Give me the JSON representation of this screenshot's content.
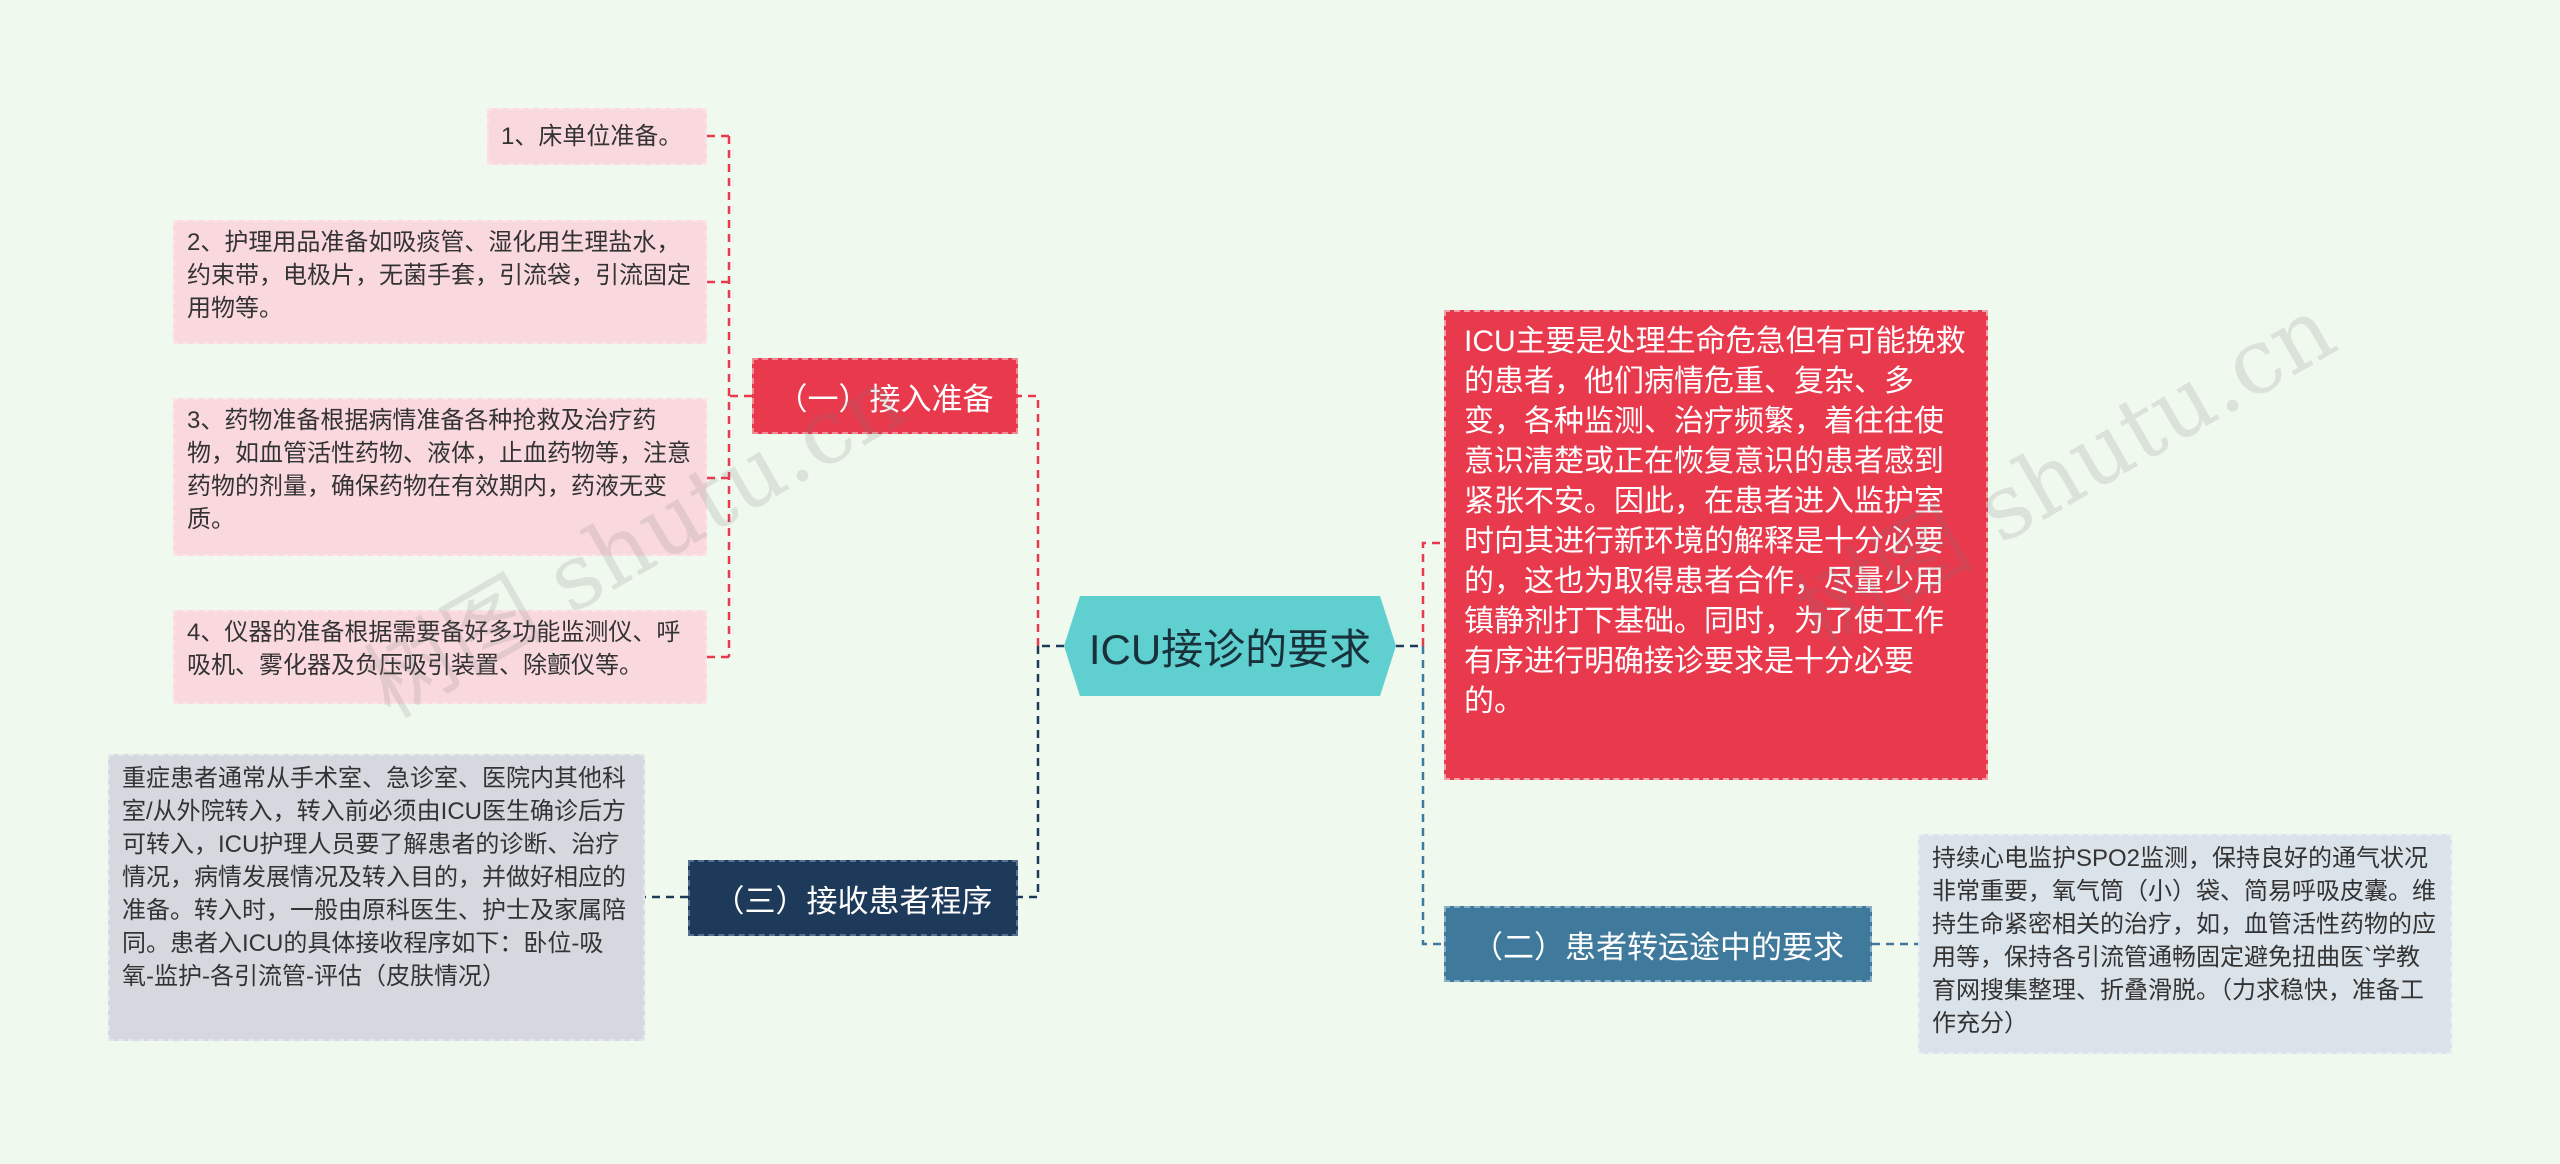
{
  "center": {
    "label": "ICU接诊的要求"
  },
  "branches": {
    "b1": {
      "label": "（一）接入准备"
    },
    "b2": {
      "label": "（二）患者转运途中的要求"
    },
    "b3": {
      "label": "（三）接收患者程序"
    }
  },
  "leaves": {
    "prep1": "1、床单位准备。",
    "prep2": "2、护理用品准备如吸痰管、湿化用生理盐水，约束带，电极片，无菌手套，引流袋，引流固定用物等。",
    "prep3": "3、药物准备根据病情准备各种抢救及治疗药物，如血管活性药物、液体，止血药物等，注意药物的剂量，确保药物在有效期内，药液无变质。",
    "prep4": "4、仪器的准备根据需要备好多功能监测仪、呼吸机、雾化器及负压吸引装置、除颤仪等。",
    "intro": "ICU主要是处理生命危急但有可能挽救的患者，他们病情危重、复杂、多变，各种监测、治疗频繁，着往往使意识清楚或正在恢复意识的患者感到紧张不安。因此，在患者进入监护室时向其进行新环境的解释是十分必要的，这也为取得患者合作，尽量少用镇静剂打下基础。同时，为了使工作有序进行明确接诊要求是十分必要的。",
    "transport": "持续心电监护SPO2监测，保持良好的通气状况非常重要，氧气筒（小）袋、简易呼吸皮囊。维持生命紧密相关的治疗，如，血管活性药物的应用等，保持各引流管通畅固定避免扭曲医`学教育网搜集整理、折叠滑脱。（力求稳快，准备工作充分）",
    "receive": "重症患者通常从手术室、急诊室、医院内其他科室/从外院转入，转入前必须由ICU医生确诊后方可转入，ICU护理人员要了解患者的诊断、治疗情况，病情发展情况及转入目的，并做好相应的准备。转入时，一般由原科医生、护士及家属陪同。患者入ICU的具体接收程序如下：卧位-吸氧-监护-各引流管-评估（皮肤情况）"
  },
  "watermarks": [
    "树图 shutu.cn",
    "树图 shutu.cn"
  ],
  "colors": {
    "background": "#f0f9ee",
    "center": "#5fcfd0",
    "red": "#e8394d",
    "navy": "#1e3a5b",
    "steel": "#3f7a9c"
  }
}
